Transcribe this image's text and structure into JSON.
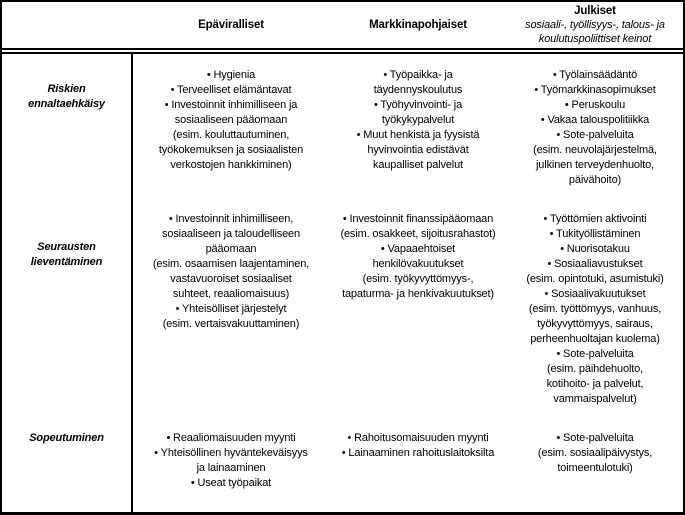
{
  "colors": {
    "border": "#000000",
    "text": "#000000",
    "background": "#ffffff"
  },
  "table": {
    "col_headers": [
      {
        "title": "Epäviralliset",
        "subtitle": ""
      },
      {
        "title": "Markkinapohjaiset",
        "subtitle": ""
      },
      {
        "title": "Julkiset",
        "subtitle": "sosiaali-, työllisyys-, talous- ja\nkoulutuspoliittiset keinot"
      }
    ],
    "rows": [
      {
        "label": "Riskien\nennaltaehkäisy",
        "informal": "• Hygienia\n• Terveelliset elämäntavat\n• Investoinnit inhimilliseen ja\nsosiaaliseen pääomaan\n(esim. kouluttautuminen,\ntyökokemuksen ja sosiaalisten\nverkostojen hankkiminen)",
        "market": "• Työpaikka- ja\ntäydennyskoulutus\n• Työhyvinvointi- ja\ntyökykypalvelut\n• Muut henkistä ja fyysistä\nhyvinvointia edistävät\nkaupalliset palvelut",
        "public": "• Työlainsäädäntö\n• Työmarkkinasopimukset\n• Peruskoulu\n• Vakaa talouspolitiikka\n• Sote-palveluita\n(esim. neuvolajärjestelmä,\njulkinen terveydenhuolto,\npäivähoito)"
      },
      {
        "label": "Seurausten\nlieventäminen",
        "informal": "• Investoinnit inhimilliseen,\nsosiaaliseen ja taloudelliseen\npääomaan\n(esim. osaamisen laajentaminen,\nvastavuoroiset sosiaaliset\nsuhteet, reaaliomaisuus)\n• Yhteisölliset järjestelyt\n(esim. vertaisvakuuttaminen)",
        "market": "• Investoinnit finanssipääomaan\n(esim. osakkeet, sijoitusrahastot)\n• Vapaaehtoiset\nhenkilövakuutukset\n(esim. työkyvyttömyys-,\ntapaturma- ja henkivakuutukset)",
        "public": "• Työttömien aktivointi\n• Tukityöllistäminen\n• Nuorisotakuu\n• Sosiaaliavustukset\n(esim. opintotuki, asumistuki)\n• Sosiaalivakuutukset\n(esim. työttömyys, vanhuus,\ntyökyvyttömyys, sairaus,\nperheenhuoltajan kuolema)\n• Sote-palveluita\n(esim. päihdehuolto,\nkotihoito- ja palvelut,\nvammaispalvelut)"
      },
      {
        "label": "Sopeutuminen",
        "informal": "• Reaaliomaisuuden myynti\n• Yhteisöllinen hyväntekeväisyys\nja lainaaminen\n• Useat työpaikat",
        "market": "• Rahoitusomaisuuden myynti\n• Lainaaminen rahoituslaitoksilta",
        "public": "• Sote-palveluita\n(esim. sosiaalipäivystys,\ntoimeentulotuki)"
      }
    ]
  }
}
